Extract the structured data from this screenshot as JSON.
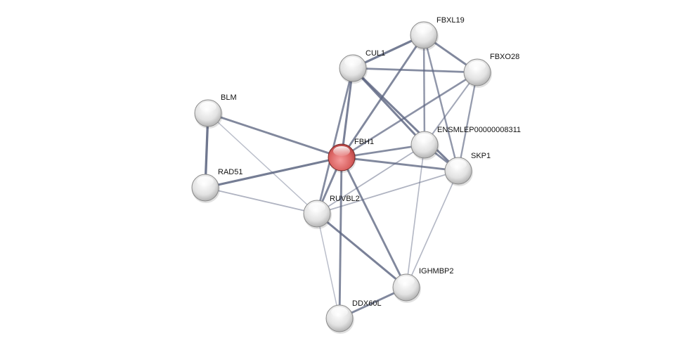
{
  "network": {
    "query_node": "FBH1",
    "colors": {
      "edge": "#5b6480",
      "query_node": "#d9605f",
      "node": "#e4e4e4"
    },
    "nodes": [
      "FBXL19",
      "CUL1",
      "FBXO28",
      "BLM",
      "FBH1",
      "ENSMLEP00000008311",
      "SKP1",
      "RAD51",
      "RUVBL2",
      "IGHMBP2",
      "DDX60L"
    ],
    "edges": [
      {
        "a": "BLM",
        "b": "RAD51",
        "w": 0.9
      },
      {
        "a": "BLM",
        "b": "FBH1",
        "w": 0.75
      },
      {
        "a": "BLM",
        "b": "RUVBL2",
        "w": 0.25
      },
      {
        "a": "RAD51",
        "b": "FBH1",
        "w": 0.85
      },
      {
        "a": "RAD51",
        "b": "RUVBL2",
        "w": 0.35
      },
      {
        "a": "FBH1",
        "b": "CUL1",
        "w": 0.8
      },
      {
        "a": "FBH1",
        "b": "FBXL19",
        "w": 0.75
      },
      {
        "a": "FBH1",
        "b": "FBXO28",
        "w": 0.65
      },
      {
        "a": "FBH1",
        "b": "ENSMLEP00000008311",
        "w": 0.7
      },
      {
        "a": "FBH1",
        "b": "SKP1",
        "w": 0.75
      },
      {
        "a": "FBH1",
        "b": "RUVBL2",
        "w": 0.75
      },
      {
        "a": "FBH1",
        "b": "IGHMBP2",
        "w": 0.75
      },
      {
        "a": "FBH1",
        "b": "DDX60L",
        "w": 0.75
      },
      {
        "a": "CUL1",
        "b": "FBXL19",
        "w": 0.85
      },
      {
        "a": "CUL1",
        "b": "FBXO28",
        "w": 0.7
      },
      {
        "a": "CUL1",
        "b": "ENSMLEP00000008311",
        "w": 0.8
      },
      {
        "a": "CUL1",
        "b": "SKP1",
        "w": 0.8
      },
      {
        "a": "CUL1",
        "b": "RUVBL2",
        "w": 0.7
      },
      {
        "a": "FBXL19",
        "b": "FBXO28",
        "w": 0.75
      },
      {
        "a": "FBXL19",
        "b": "ENSMLEP00000008311",
        "w": 0.6
      },
      {
        "a": "FBXL19",
        "b": "SKP1",
        "w": 0.6
      },
      {
        "a": "FBXO28",
        "b": "ENSMLEP00000008311",
        "w": 0.45
      },
      {
        "a": "FBXO28",
        "b": "SKP1",
        "w": 0.55
      },
      {
        "a": "ENSMLEP00000008311",
        "b": "SKP1",
        "w": 0.7
      },
      {
        "a": "ENSMLEP00000008311",
        "b": "RUVBL2",
        "w": 0.35
      },
      {
        "a": "ENSMLEP00000008311",
        "b": "IGHMBP2",
        "w": 0.3
      },
      {
        "a": "SKP1",
        "b": "RUVBL2",
        "w": 0.35
      },
      {
        "a": "SKP1",
        "b": "IGHMBP2",
        "w": 0.3
      },
      {
        "a": "RUVBL2",
        "b": "IGHMBP2",
        "w": 0.8
      },
      {
        "a": "RUVBL2",
        "b": "DDX60L",
        "w": 0.25
      },
      {
        "a": "DDX60L",
        "b": "IGHMBP2",
        "w": 0.75
      }
    ]
  }
}
